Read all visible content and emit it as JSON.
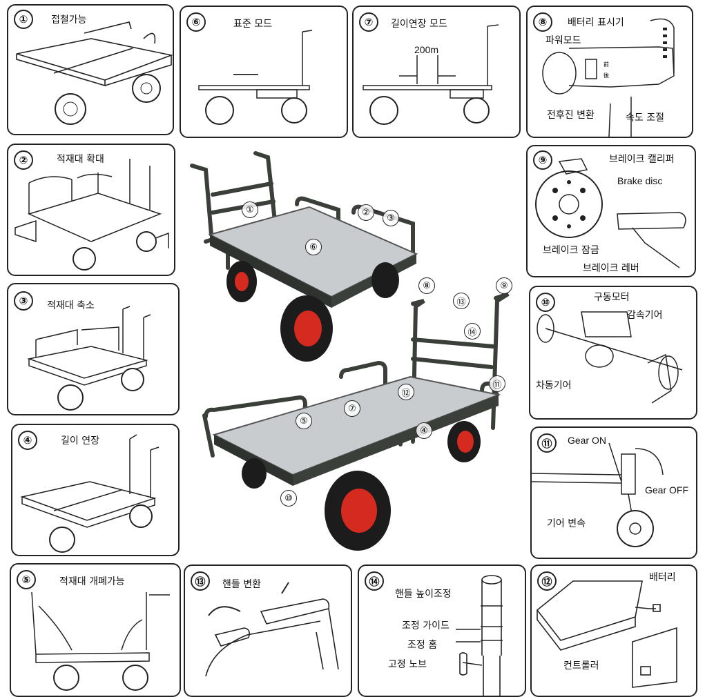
{
  "panels": {
    "p1": {
      "num": "①",
      "label": "접철가능"
    },
    "p2": {
      "num": "②",
      "label": "적재대 확대"
    },
    "p3": {
      "num": "③",
      "label": "적재대 축소"
    },
    "p4": {
      "num": "④",
      "label": "길이 연장"
    },
    "p5": {
      "num": "⑤",
      "label": "적재대 개폐가능"
    },
    "p6": {
      "num": "⑥",
      "label": "표준 모드"
    },
    "p7": {
      "num": "⑦",
      "label": "길이연장 모드",
      "dim": "200m"
    },
    "p8": {
      "num": "⑧",
      "label": "배터리 표시기",
      "power": "파워모드",
      "fwd": "전후진 변환",
      "speed": "속도 조절",
      "front": "前",
      "back": "後"
    },
    "p9": {
      "num": "⑨",
      "caliper": "브레이크 캘리퍼",
      "disc": "Brake disc",
      "lock": "브레이크 잠금",
      "lever": "브레이크 레버"
    },
    "p10": {
      "num": "⑩",
      "motor": "구동모터",
      "reducer": "감속기어",
      "axle": "차동기어"
    },
    "p11": {
      "num": "⑪",
      "on": "Gear ON",
      "off": "Gear OFF",
      "shift": "기어 변속"
    },
    "p12": {
      "num": "⑫",
      "battery": "배터리",
      "controller": "컨트롤러"
    },
    "p13": {
      "num": "⑬",
      "label": "핸들 변환"
    },
    "p14": {
      "num": "⑭",
      "label": "핸들 높이조정",
      "guide": "조정 가이드",
      "groove": "조정 홈",
      "knob": "고정 노브"
    }
  },
  "center": {
    "c1": "①",
    "c2": "②",
    "c3": "③",
    "dash": "-",
    "c4": "④",
    "c5": "⑤",
    "c6": "⑥",
    "c7": "⑦",
    "c8": "⑧",
    "c9": "⑨",
    "c10": "⑩",
    "c11": "⑪",
    "c12": "⑫",
    "c13": "⑬",
    "c14": "⑭"
  },
  "colors": {
    "frame": "#3a3f3a",
    "wheel": "#d42a1f",
    "tire": "#1c1c1c",
    "deck": "#c9ccce"
  }
}
